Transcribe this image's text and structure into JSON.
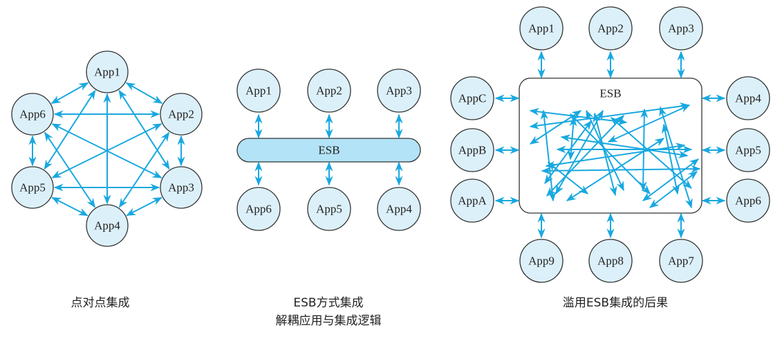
{
  "colors": {
    "node_fill": "#dcf0fa",
    "link": "#19a8e0",
    "bus_fill": "#b3e3f7",
    "outline": "#333333"
  },
  "diagrams": [
    {
      "id": "p2p",
      "caption": [
        "点对点集成"
      ],
      "nodes": [
        "App1",
        "App2",
        "App3",
        "App4",
        "App5",
        "App6"
      ],
      "links": "all pairs bidirectional"
    },
    {
      "id": "esb",
      "caption": [
        "ESB方式集成",
        "解耦应用与集成逻辑"
      ],
      "bus_label": "ESB",
      "top_nodes": [
        "App1",
        "App2",
        "App3"
      ],
      "bottom_nodes": [
        "App6",
        "App5",
        "App4"
      ]
    },
    {
      "id": "esb-abuse",
      "caption": [
        "滥用ESB集成的后果"
      ],
      "box_label": "ESB",
      "top_nodes": [
        "App1",
        "App2",
        "App3"
      ],
      "right_nodes": [
        "App4",
        "App5",
        "App6"
      ],
      "bottom_nodes": [
        "App9",
        "App8",
        "App7"
      ],
      "left_nodes": [
        "AppC",
        "AppB",
        "AppA"
      ]
    }
  ]
}
